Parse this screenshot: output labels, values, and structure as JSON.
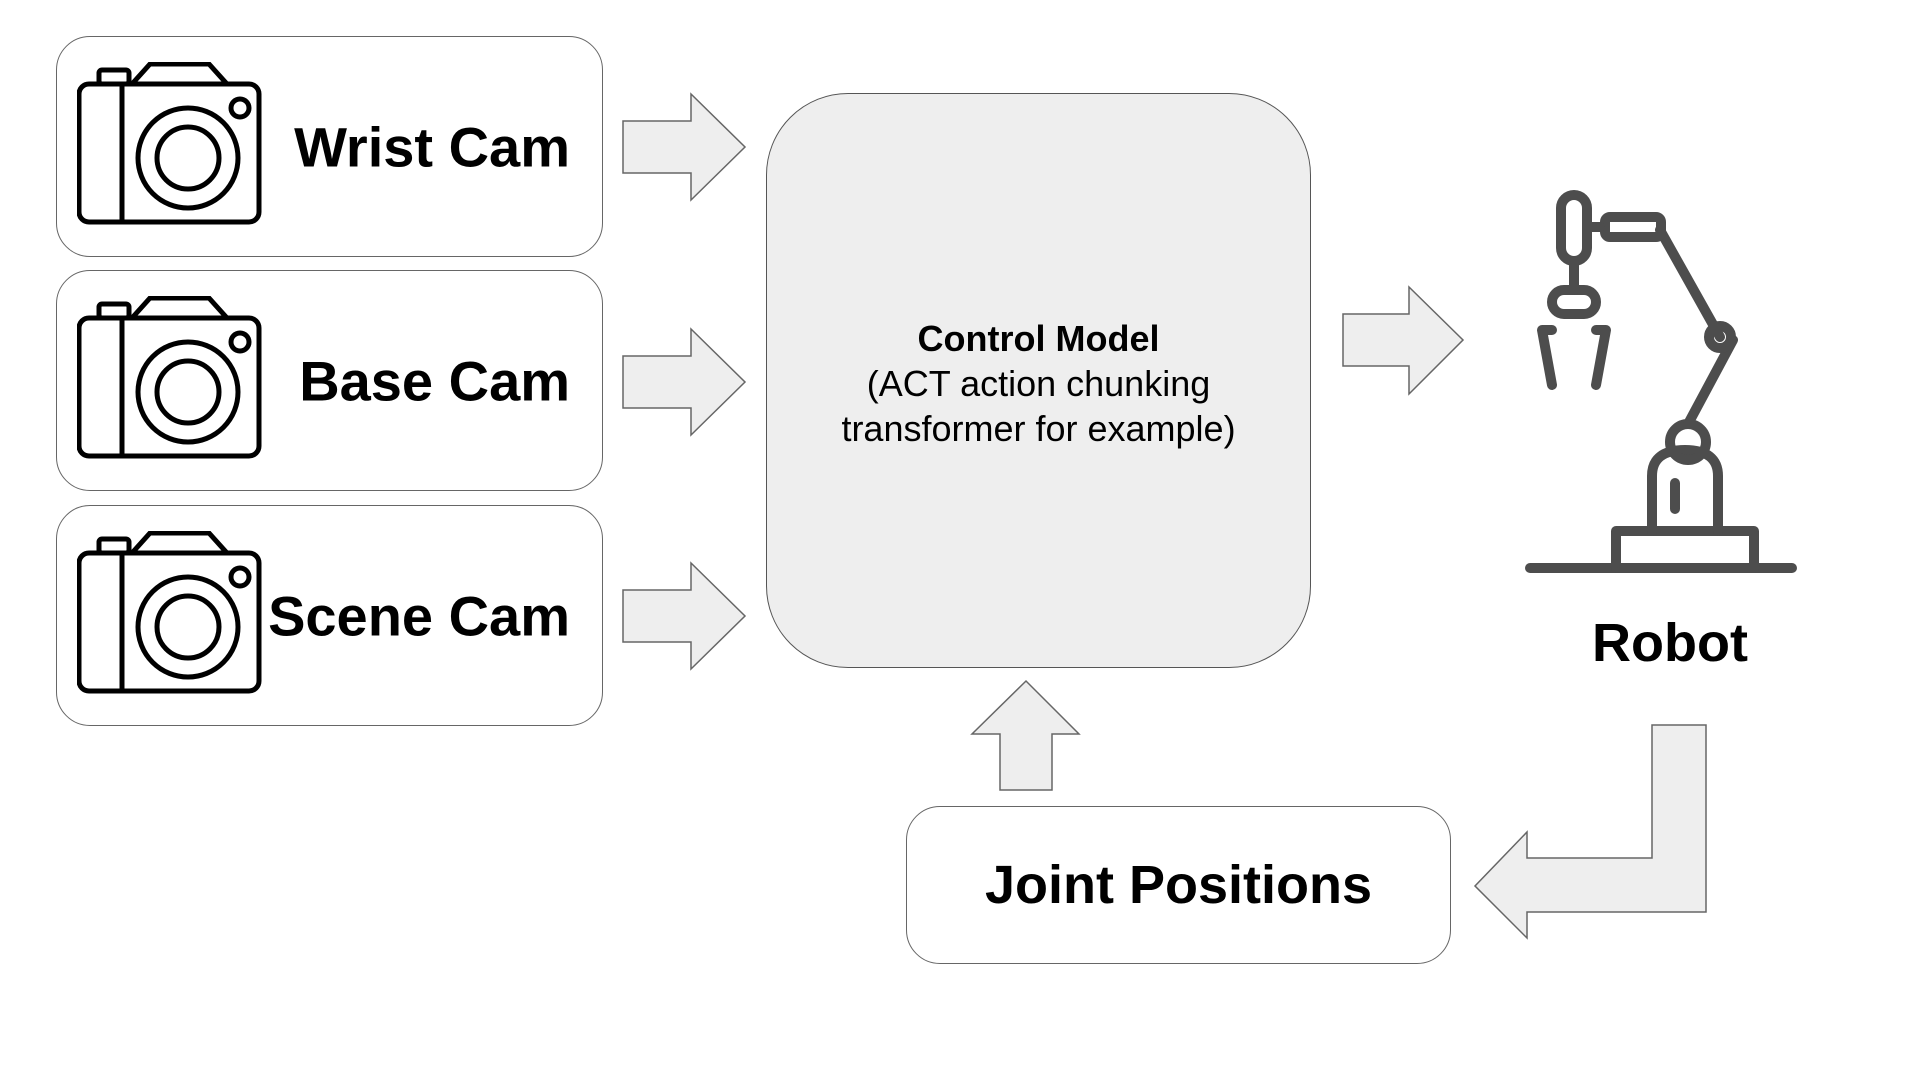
{
  "cameras": [
    {
      "label": "Wrist Cam",
      "icon": "camera-icon"
    },
    {
      "label": "Base Cam",
      "icon": "camera-icon"
    },
    {
      "label": "Scene Cam",
      "icon": "camera-icon"
    }
  ],
  "control_model": {
    "title": "Control Model",
    "line1": "(ACT action chunking",
    "line2": "transformer for example)"
  },
  "robot": {
    "label": "Robot",
    "icon": "robot-arm-icon"
  },
  "joint_positions": {
    "label": "Joint Positions"
  },
  "colors": {
    "box_border": "#666666",
    "arrow_fill": "#eeeeee",
    "control_fill": "#eeeeee",
    "icon_stroke": "#000000",
    "robot_stroke": "#4d4d4d"
  }
}
